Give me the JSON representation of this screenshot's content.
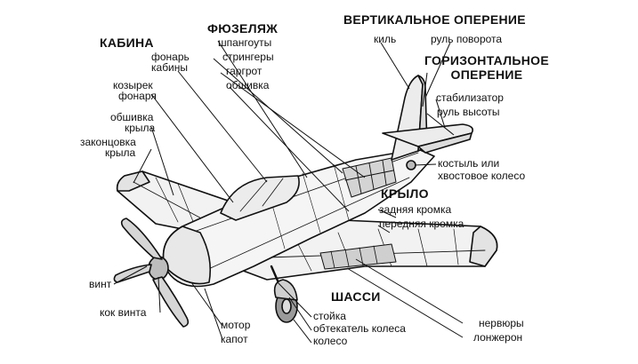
{
  "sections": {
    "cabin": "КАБИНА",
    "fuselage": "ФЮЗЕЛЯЖ",
    "vertical_tail": "ВЕРТИКАЛЬНОЕ ОПЕРЕНИЕ",
    "horizontal_tail_1": "ГОРИЗОНТАЛЬНОЕ",
    "horizontal_tail_2": "ОПЕРЕНИЕ",
    "wing": "КРЫЛО",
    "landing_gear": "ШАССИ"
  },
  "labels": {
    "canopy_1": "фонарь",
    "canopy_2": "кабины",
    "windshield_1": "козырек",
    "windshield_2": "фонаря",
    "wing_skin_1": "обшивка",
    "wing_skin_2": "крыла",
    "wingtip_1": "законцовка",
    "wingtip_2": "крыла",
    "frames": "шпангоуты",
    "stringers": "стрингеры",
    "turtledeck": "гаргрот",
    "fuselage_skin": "обшивка",
    "fin": "киль",
    "rudder": "руль поворота",
    "stabilizer": "стабилизатор",
    "elevator": "руль высоты",
    "tailskid_1": "костыль или",
    "tailskid_2": "хвостовое колесо",
    "trailing_edge": "задняя кромка",
    "leading_edge": "передняя кромка",
    "propeller": "винт",
    "spinner": "кок винта",
    "engine": "мотор",
    "cowling": "капот",
    "strut": "стойка",
    "wheel_fairing": "обтекатель колеса",
    "wheel": "колесо",
    "ribs": "нервюры",
    "spar": "лонжерон"
  }
}
